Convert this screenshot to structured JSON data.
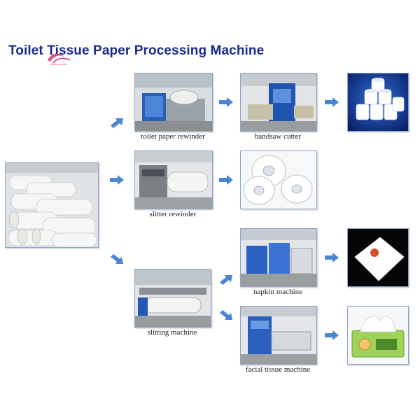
{
  "title": "Toilet Tissue Paper Processing Machine",
  "colors": {
    "title": "#1a2a8c",
    "arrow": "#4a86d0",
    "frame": "#8fa6c8",
    "logo": "#d4367a"
  },
  "nodes": {
    "source": {
      "caption": "",
      "icon": "tissue-paper-rolls-photo"
    },
    "toilet_paper_rewinder": {
      "caption": "toilet paper rewinder",
      "icon": "rewinder-machine-photo"
    },
    "bandsaw_cutter": {
      "caption": "bandsaw cutter",
      "icon": "bandsaw-machine-photo"
    },
    "toilet_rolls": {
      "caption": "",
      "icon": "toilet-rolls-photo"
    },
    "slitter_rewinder": {
      "caption": "slitter rewinder",
      "icon": "slitter-rewinder-photo"
    },
    "jumbo_rolls": {
      "caption": "",
      "icon": "jumbo-rolls-photo"
    },
    "napkin_machine": {
      "caption": "napkin machine",
      "icon": "napkin-machine-photo"
    },
    "napkin": {
      "caption": "",
      "icon": "napkin-photo"
    },
    "slitting_machine": {
      "caption": "slitting machine",
      "icon": "slitting-machine-photo"
    },
    "facial_tissue_machine": {
      "caption": "facial tissue machine",
      "icon": "facial-tissue-machine-photo"
    },
    "tissue_box": {
      "caption": "",
      "icon": "tissue-box-photo"
    }
  }
}
